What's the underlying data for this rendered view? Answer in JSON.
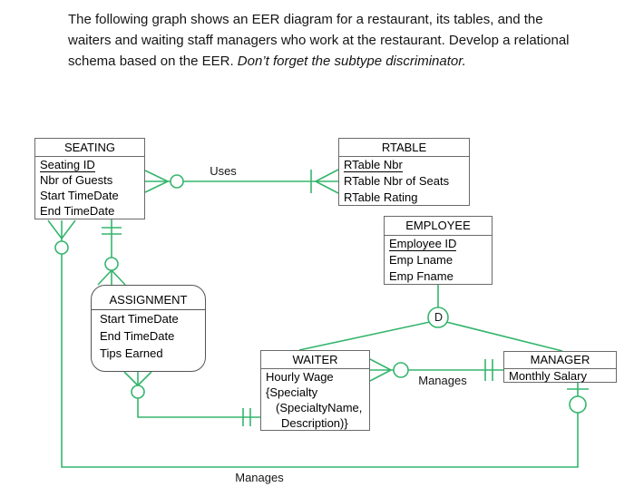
{
  "instructions": {
    "regular": "The following graph shows an EER diagram for a restaurant, its tables, and the waiters and waiting staff managers who work at the restaurant. Develop a relational schema based on the EER. ",
    "italic": "Don’t forget the subtype discriminator."
  },
  "entities": [
    {
      "title": "SEATING",
      "attributes": [
        {
          "label": "Seating ID",
          "key": true
        },
        {
          "label": "Nbr of Guests"
        },
        {
          "label": "Start TimeDate"
        },
        {
          "label": "End TimeDate"
        }
      ]
    },
    {
      "title": "RTABLE",
      "attributes": [
        {
          "label": "RTable Nbr",
          "key": true
        },
        {
          "label": "RTable Nbr of Seats"
        },
        {
          "label": "RTable Rating"
        }
      ]
    },
    {
      "title": "EMPLOYEE",
      "attributes": [
        {
          "label": "Employee ID",
          "key": true
        },
        {
          "label": "Emp Lname"
        },
        {
          "label": "Emp Fname"
        }
      ]
    },
    {
      "title": "ASSIGNMENT",
      "attributes": [
        {
          "label": "Start TimeDate"
        },
        {
          "label": "End TimeDate"
        },
        {
          "label": "Tips Earned"
        }
      ]
    },
    {
      "title": "WAITER",
      "attributes": [
        {
          "label": "Hourly Wage"
        },
        {
          "label": "{Specialty"
        },
        {
          "label": "(SpecialtyName,"
        },
        {
          "label": "Description)}"
        }
      ]
    },
    {
      "title": "MANAGER",
      "attributes": [
        {
          "label": "Monthly Salary"
        }
      ]
    }
  ],
  "relationships": [
    {
      "label": "Uses",
      "source": "SEATING",
      "target": "RTABLE",
      "source_notation": "many-optional",
      "target_notation": "one-many"
    },
    {
      "label": "Manages",
      "source": "MANAGER",
      "target": "WAITER",
      "source_notation": "one-mandatory",
      "target_notation": "many-optional"
    },
    {
      "label": "Manages",
      "source": "MANAGER",
      "target": "SEATING",
      "source_notation": "one-optional",
      "target_notation": "many-optional"
    },
    {
      "label": "",
      "source": "SEATING",
      "target": "ASSIGNMENT",
      "source_notation": "one-mandatory",
      "target_notation": "many-optional"
    },
    {
      "label": "",
      "source": "ASSIGNMENT",
      "target": "WAITER",
      "source_notation": "many-optional",
      "target_notation": "one-mandatory"
    }
  ],
  "subtype": {
    "discriminator": "D",
    "supertype": "EMPLOYEE",
    "subtypes": [
      "WAITER",
      "MANAGER"
    ]
  },
  "colors": {
    "connector": "#35b56d",
    "entity_border": "#6a6a6a"
  }
}
